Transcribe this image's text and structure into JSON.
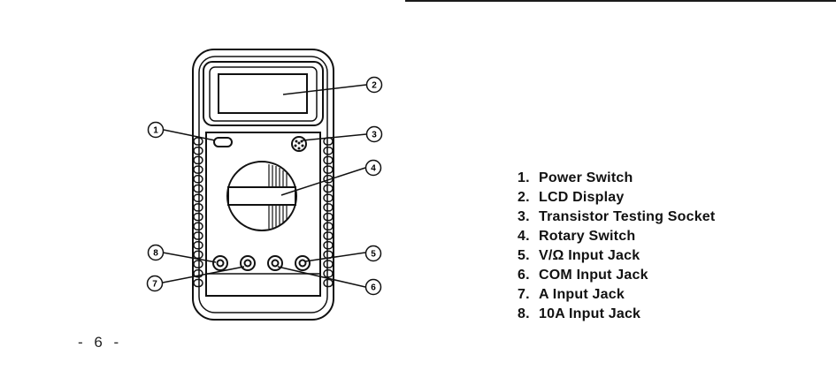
{
  "page_number": "- 6 -",
  "callouts": [
    "1",
    "2",
    "3",
    "4",
    "5",
    "6",
    "7",
    "8"
  ],
  "legend": [
    {
      "num": "1.",
      "label": "Power Switch"
    },
    {
      "num": "2.",
      "label": "LCD Display"
    },
    {
      "num": "3.",
      "label": "Transistor Testing Socket"
    },
    {
      "num": "4.",
      "label": "Rotary Switch"
    },
    {
      "num": "5.",
      "label": "V/Ω  Input Jack"
    },
    {
      "num": "6.",
      "label": "COM Input Jack"
    },
    {
      "num": "7.",
      "label": "A Input Jack"
    },
    {
      "num": "8.",
      "label": "10A Input Jack"
    }
  ]
}
